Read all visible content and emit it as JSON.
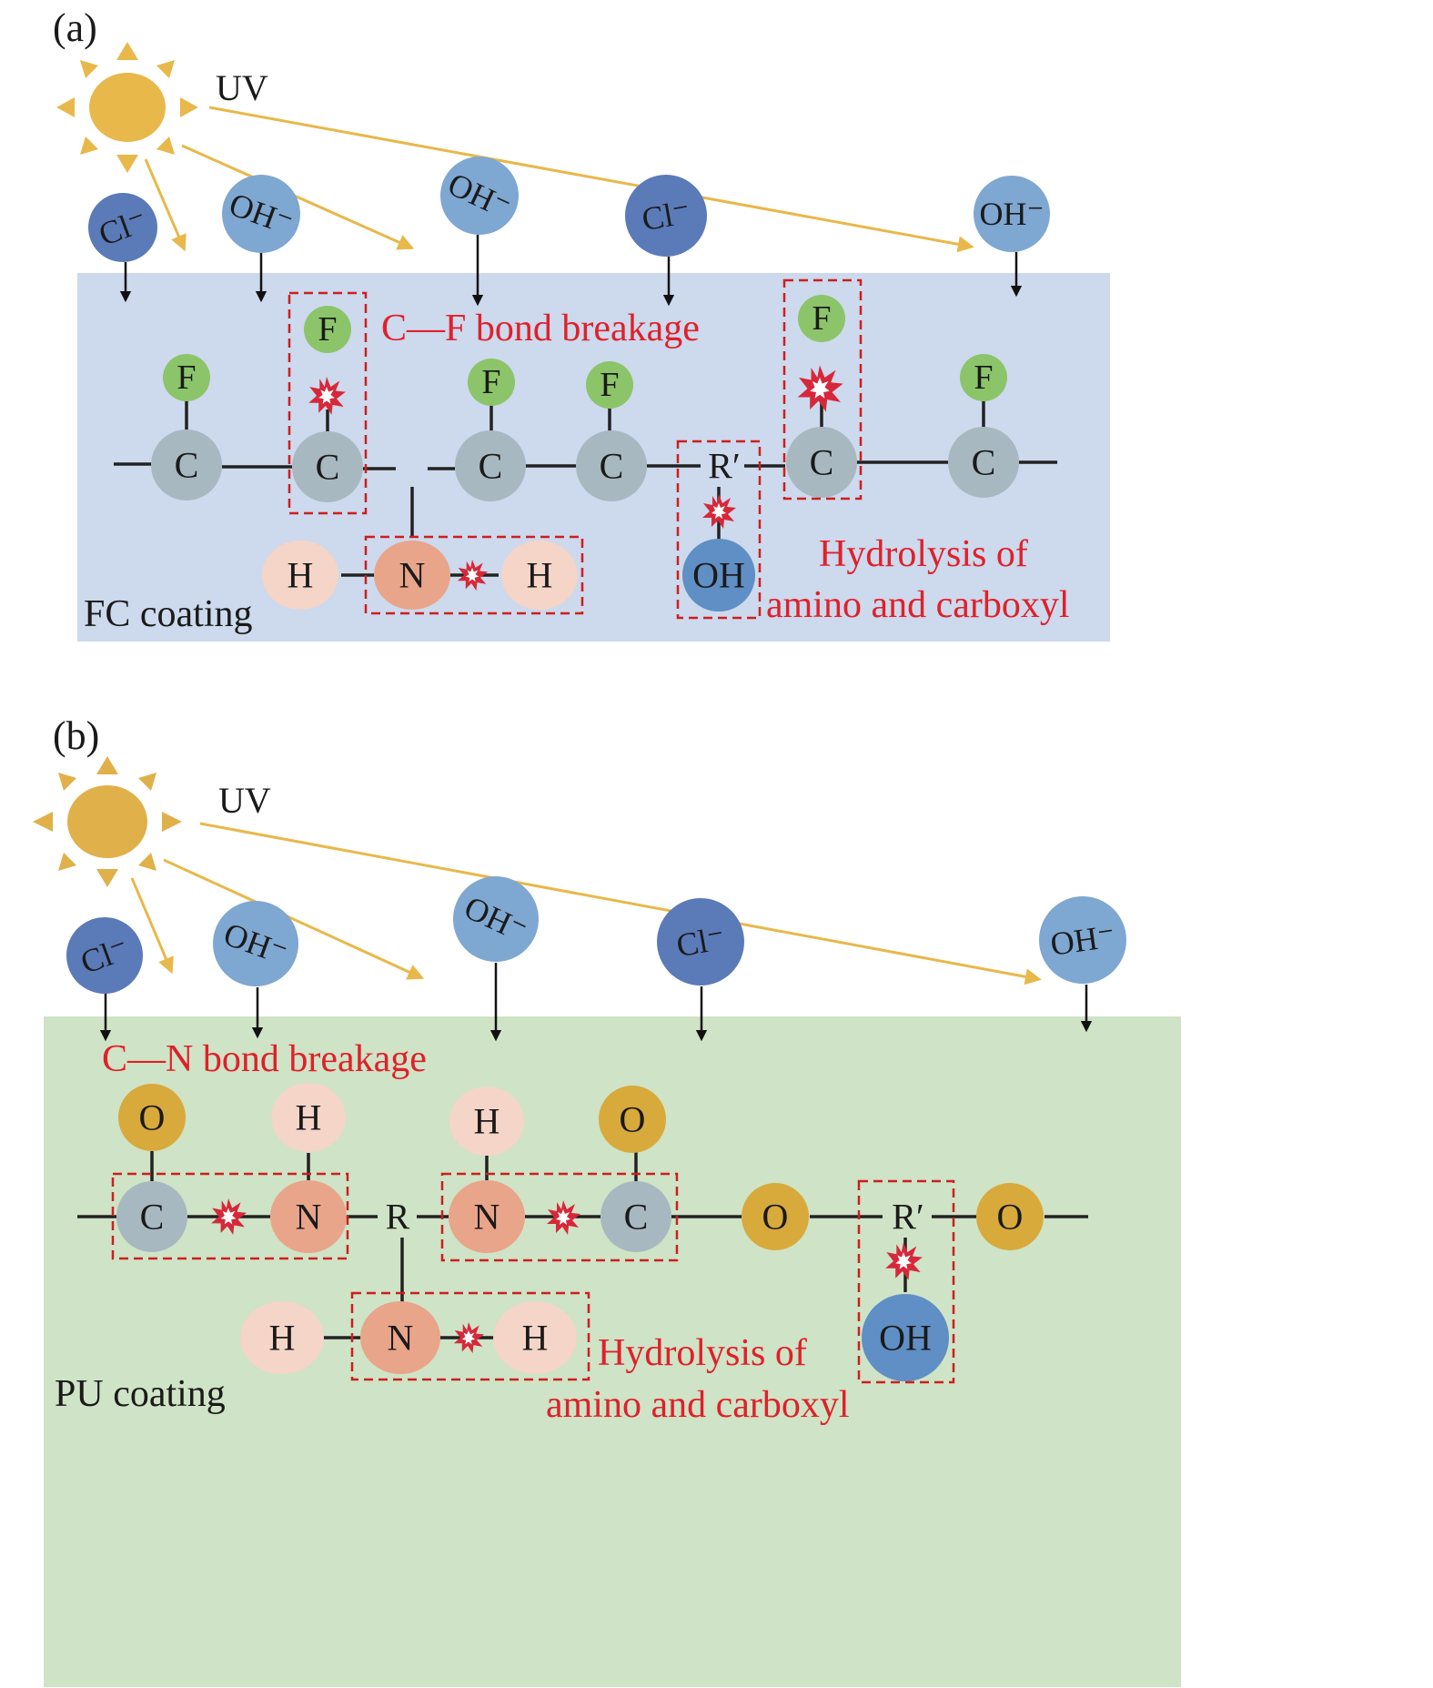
{
  "panel_a": {
    "label": "(a)",
    "uv": "UV",
    "coating": "FC coating",
    "bond_breakage": "C—F bond breakage",
    "hydrolysis_line1": "Hydrolysis of",
    "hydrolysis_line2": "amino and carboxyl",
    "ions": [
      "Cl⁻",
      "OH⁻",
      "OH⁻",
      "Cl⁻",
      "OH⁻"
    ],
    "atoms": {
      "C": "C",
      "F": "F",
      "N": "N",
      "H": "H",
      "R": "R′",
      "OH": "OH"
    }
  },
  "panel_b": {
    "label": "(b)",
    "uv": "UV",
    "coating": "PU coating",
    "bond_breakage": "C—N bond breakage",
    "hydrolysis_line1": "Hydrolysis of",
    "hydrolysis_line2": "amino and carboxyl",
    "ions": [
      "Cl⁻",
      "OH⁻",
      "OH⁻",
      "Cl⁻",
      "OH⁻"
    ],
    "atoms": {
      "C": "C",
      "O": "O",
      "N": "N",
      "H": "H",
      "R": "R",
      "Rp": "R′",
      "OH": "OH"
    }
  },
  "colors": {
    "fc_background": "#cdd9ec",
    "pu_background": "#cfe3c6",
    "sun": "#e8b84a",
    "ion_cl": "#5b7ab8",
    "ion_oh": "#7ea7d1",
    "carbon": "#a8b8c0",
    "fluorine": "#8cc46a",
    "nitrogen": "#e8a58a",
    "hydrogen": "#f4d5c7",
    "oxygen": "#d8aa3c",
    "hydroxyl": "#5f8fc4",
    "red_label": "#e0202a"
  }
}
